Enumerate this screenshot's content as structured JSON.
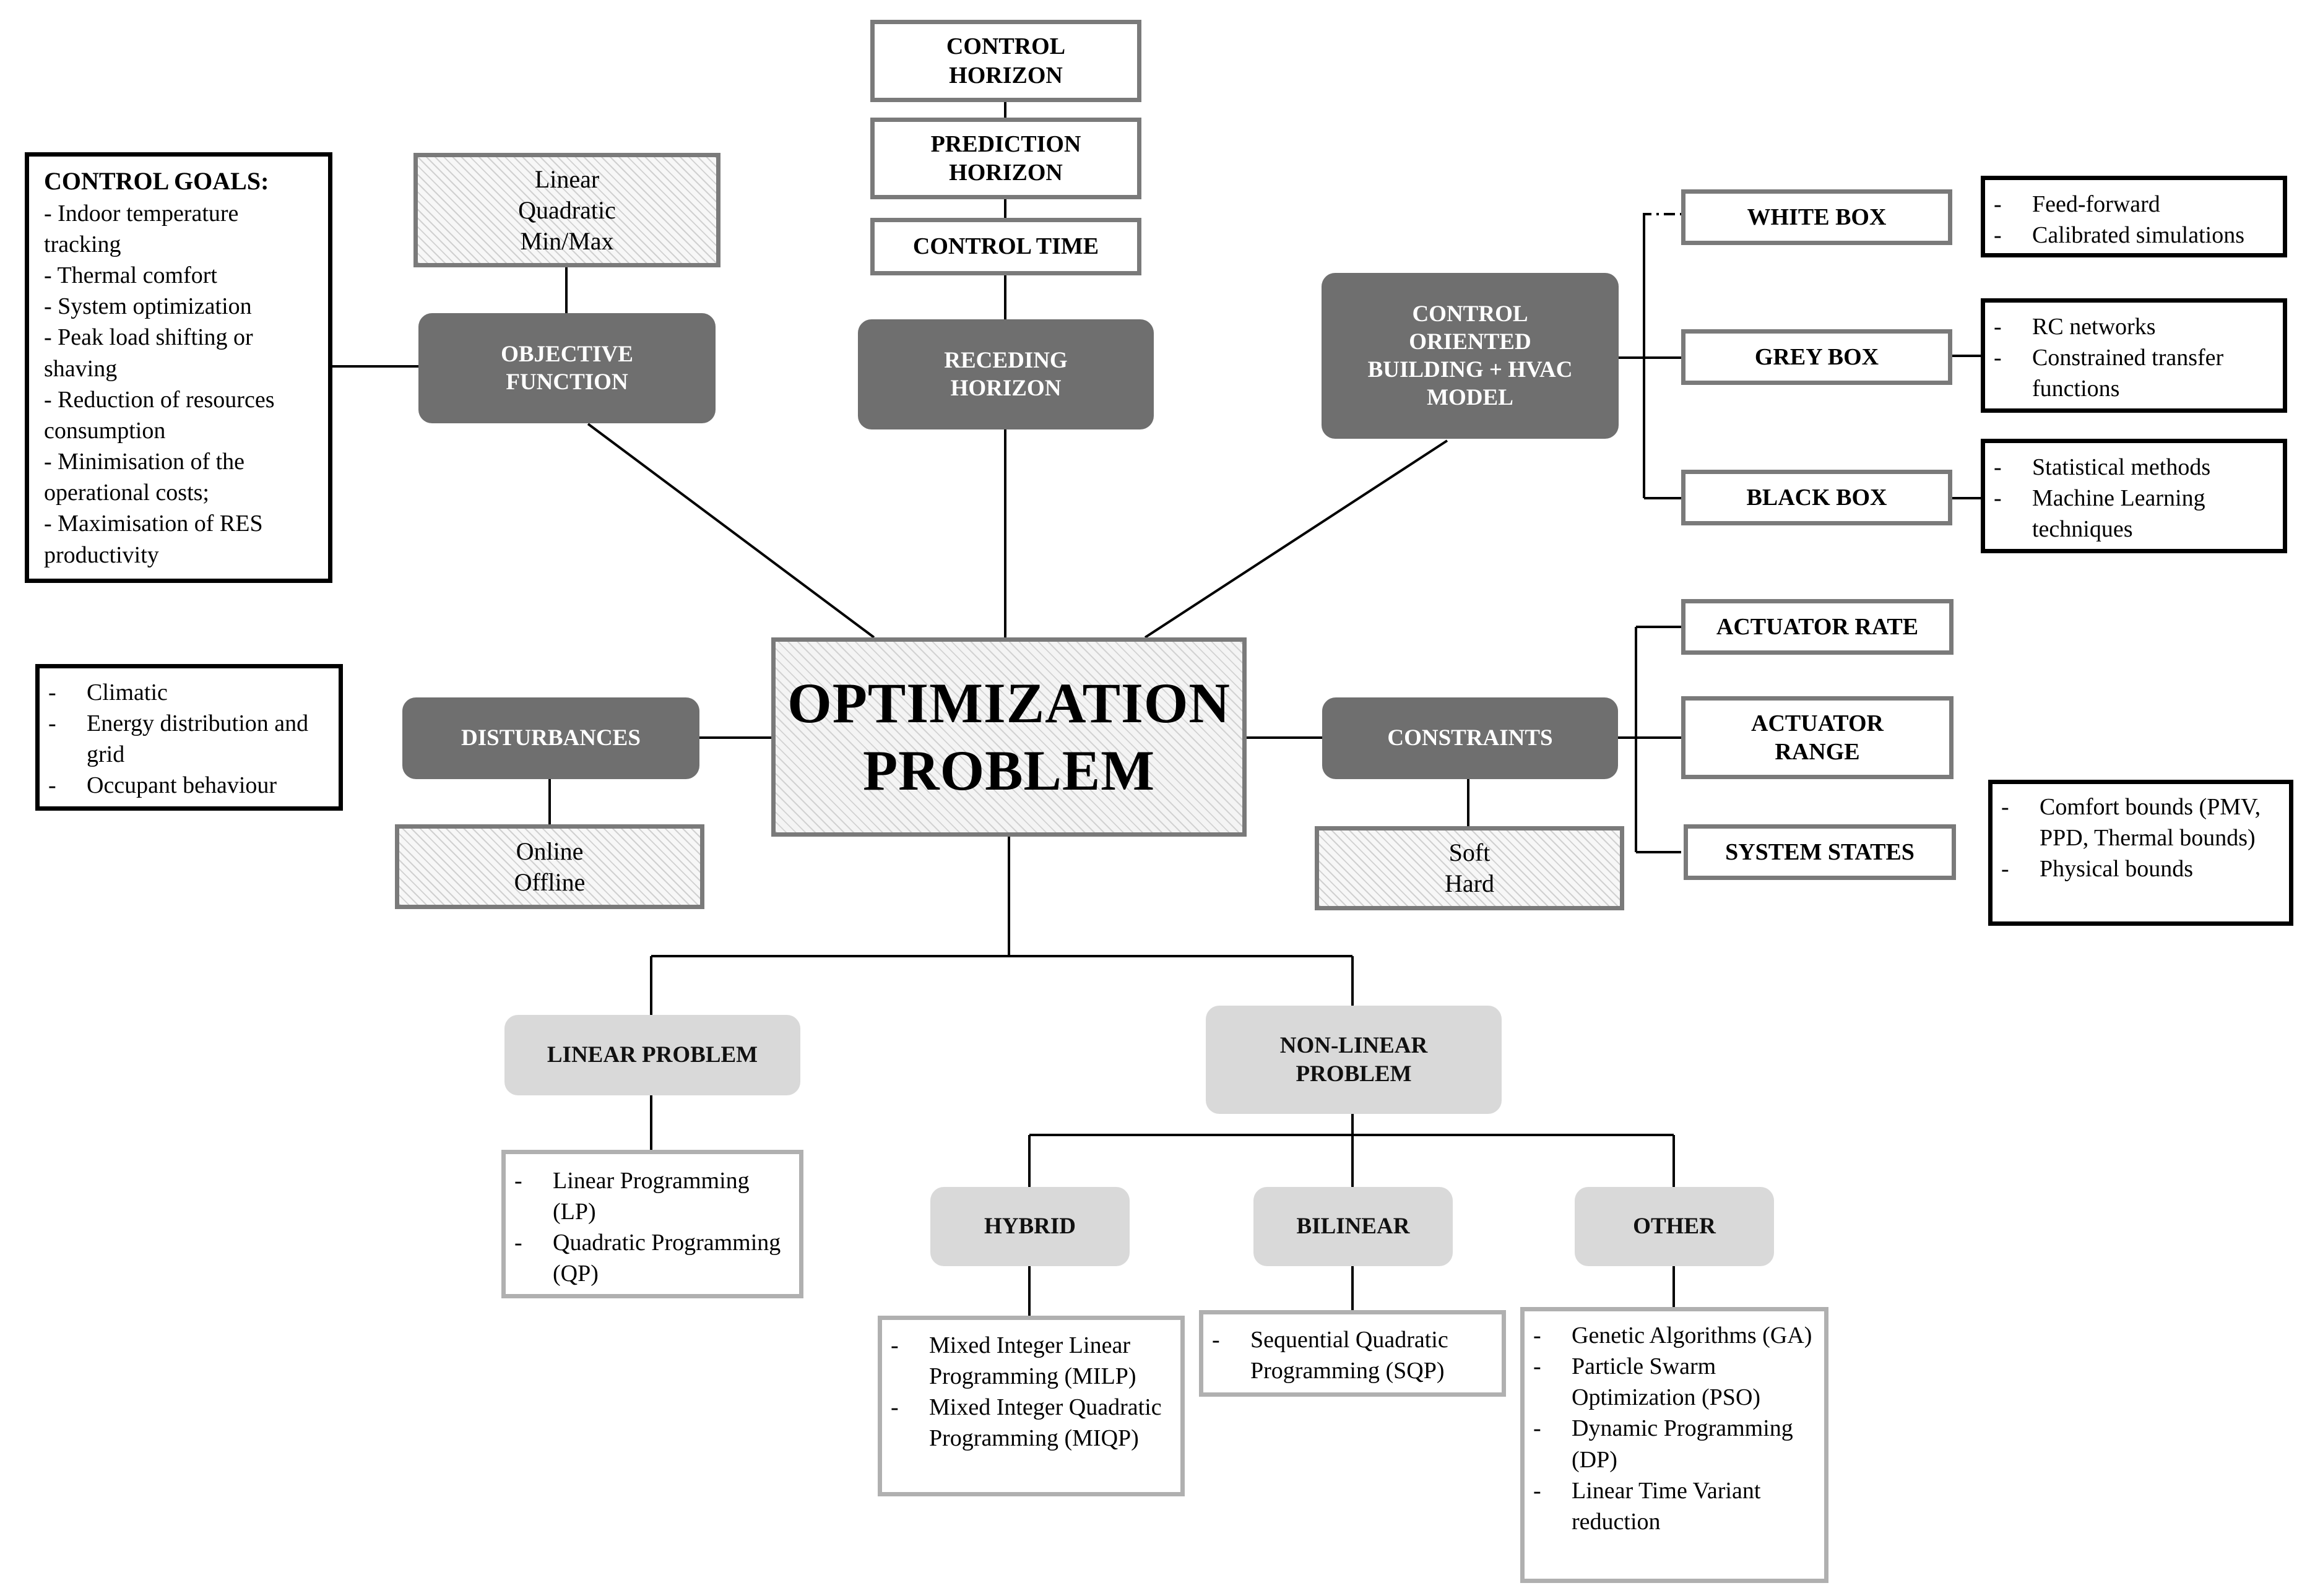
{
  "center": {
    "line1": "OPTIMIZATION",
    "line2": "PROBLEM"
  },
  "top": {
    "control_horizon": [
      "CONTROL",
      "HORIZON"
    ],
    "prediction_horizon": [
      "PREDICTION",
      "HORIZON"
    ],
    "control_time": "CONTROL TIME",
    "receding_horizon": [
      "RECEDING",
      "HORIZON"
    ]
  },
  "objective": {
    "label": [
      "OBJECTIVE",
      "FUNCTION"
    ],
    "types": [
      "Linear",
      "Quadratic",
      "Min/Max"
    ]
  },
  "control_goals": {
    "title": "CONTROL GOALS:",
    "items": [
      "- Indoor temperature tracking",
      "- Thermal comfort",
      "- System optimization",
      "- Peak load shifting or shaving",
      "- Reduction of resources consumption",
      "- Minimisation of the operational costs;",
      "- Maximisation of RES productivity"
    ]
  },
  "model": {
    "label": [
      "CONTROL",
      "ORIENTED",
      "BUILDING + HVAC",
      "MODEL"
    ],
    "white_box": "WHITE BOX",
    "grey_box": "GREY BOX",
    "black_box": "BLACK BOX",
    "white_items": [
      "Feed-forward",
      "Calibrated simulations"
    ],
    "grey_items": [
      "RC networks",
      "Constrained transfer functions"
    ],
    "black_items": [
      "Statistical methods",
      "Machine Learning techniques"
    ]
  },
  "disturbances": {
    "label": "DISTURBANCES",
    "modes": [
      "Online",
      "Offline"
    ],
    "items": [
      "Climatic",
      "Energy distribution and grid",
      "Occupant behaviour"
    ]
  },
  "constraints": {
    "label": "CONSTRAINTS",
    "modes": [
      "Soft",
      "Hard"
    ],
    "actuator_rate": "ACTUATOR RATE",
    "actuator_range": [
      "ACTUATOR",
      "RANGE"
    ],
    "system_states": "SYSTEM STATES",
    "items": [
      "Comfort bounds (PMV, PPD, Thermal bounds)",
      "Physical bounds"
    ]
  },
  "linear": {
    "label": "LINEAR PROBLEM",
    "items": [
      "Linear Programming (LP)",
      "Quadratic Programming (QP)"
    ]
  },
  "nonlinear": {
    "label": [
      "NON-LINEAR",
      "PROBLEM"
    ],
    "hybrid": {
      "label": "HYBRID",
      "items": [
        "Mixed Integer Linear Programming (MILP)",
        "Mixed Integer Quadratic Programming (MIQP)"
      ]
    },
    "bilinear": {
      "label": "BILINEAR",
      "items": [
        "Sequential Quadratic Programming (SQP)"
      ]
    },
    "other": {
      "label": "OTHER",
      "items": [
        "Genetic Algorithms (GA)",
        "Particle Swarm Optimization (PSO)",
        "Dynamic Programming (DP)",
        "Linear Time Variant reduction"
      ]
    }
  }
}
